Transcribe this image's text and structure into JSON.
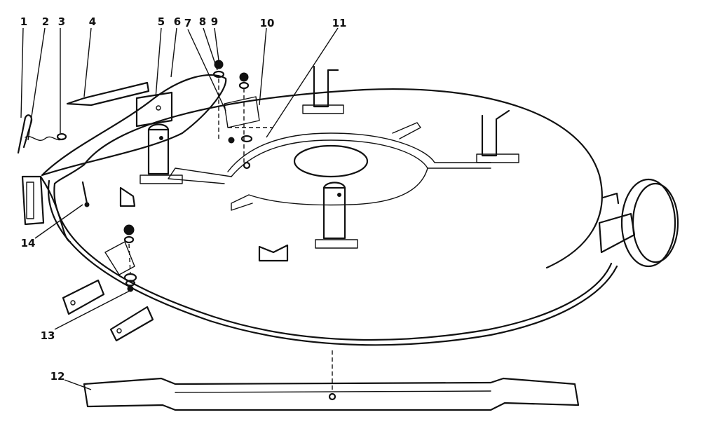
{
  "callouts": [
    "1",
    "2",
    "3",
    "4",
    "5",
    "6",
    "7",
    "8",
    "9",
    "10",
    "11",
    "12",
    "13",
    "14"
  ],
  "colors": {
    "ink": "#111111",
    "paper": "#ffffff"
  }
}
